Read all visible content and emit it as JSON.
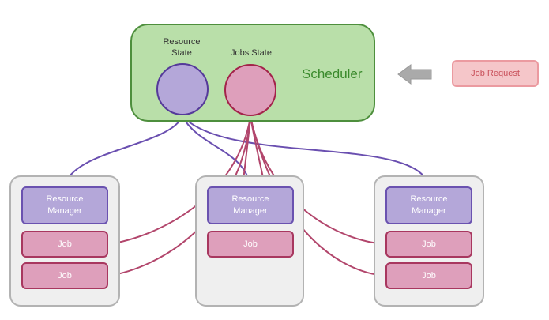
{
  "scheduler": {
    "label": "Scheduler",
    "resource_state_label": "Resource\nState",
    "jobs_state_label": "Jobs State"
  },
  "job_request": {
    "label": "Job Request"
  },
  "nodes": [
    {
      "resource_manager": "Resource\nManager",
      "jobs": [
        "Job",
        "Job"
      ]
    },
    {
      "resource_manager": "Resource\nManager",
      "jobs": [
        "Job"
      ]
    },
    {
      "resource_manager": "Resource\nManager",
      "jobs": [
        "Job",
        "Job"
      ]
    }
  ],
  "colors": {
    "scheduler_fill": "#b9dfa9",
    "scheduler_border": "#4e8f3d",
    "resource_fill": "#b4a7d9",
    "resource_line": "#6a4fb0",
    "job_fill": "#de9fbb",
    "job_line": "#b2466c",
    "arrow": "#aaaaaa"
  }
}
